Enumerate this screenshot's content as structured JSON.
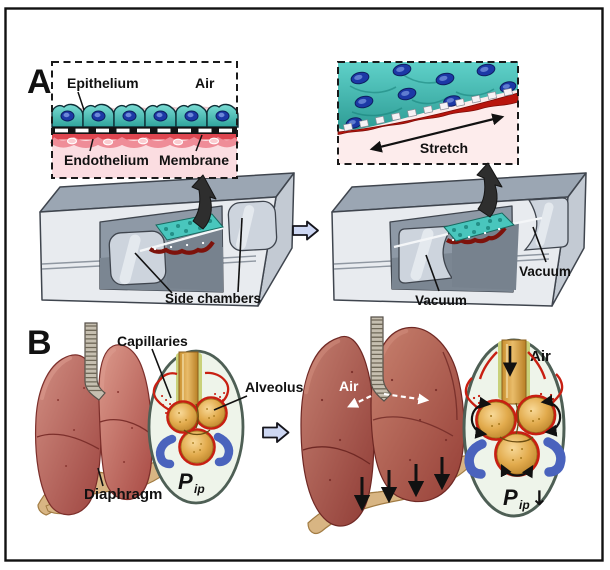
{
  "panel_a": {
    "label": "A",
    "cross_section": {
      "epithelium": "Epithelium",
      "air": "Air",
      "endothelium": "Endothelium",
      "membrane": "Membrane"
    },
    "stretched": {
      "stretch": "Stretch"
    },
    "chip_rest": {
      "side_chambers": "Side chambers"
    },
    "chip_stretch": {
      "vacuum_bottom": "Vacuum",
      "vacuum_side": "Vacuum"
    }
  },
  "panel_b": {
    "label": "B",
    "rest": {
      "capillaries": "Capillaries",
      "diaphragm": "Diaphragm",
      "alveolus": "Alveolus",
      "pressure": "P",
      "pressure_sub": "ip"
    },
    "inhale": {
      "air_lungs": "Air",
      "air_alveolus": "Air",
      "pressure": "P",
      "pressure_sub": "ip",
      "pressure_arrow": "↓"
    }
  },
  "colors": {
    "teal_membrane": "#49c6bd",
    "pink_background": "#fbdde1",
    "pink_light": "#fdecec",
    "chip_front": "#e8ebef",
    "chip_top": "#9ba6b3",
    "chip_cap": "#c3cad3",
    "chip_window": "#8e99a6",
    "chip_chamber": "#cdd4dd",
    "block_arrow": "#cdd7f3",
    "lung_red": "#b2524d",
    "diaphragm_tan": "#d8b583",
    "inset_oval": "#eef4ea",
    "capillary_red": "#c81f12",
    "alveolus_tan": "#e2ab4d",
    "blue_marker": "#4a63bd",
    "nucleus_blue": "#1c38a6",
    "endothelium_red": "#df4650",
    "membrane_dark_red": "#b8150d"
  }
}
